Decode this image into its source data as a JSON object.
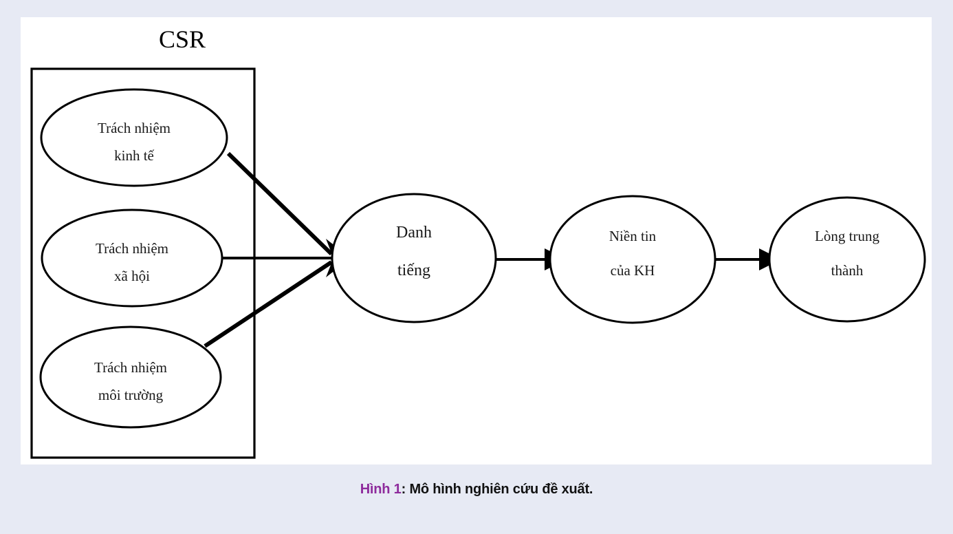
{
  "page": {
    "background_color": "#e7eaf4",
    "canvas_color": "#ffffff"
  },
  "diagram": {
    "type": "conceptual-model",
    "group": {
      "title": "CSR",
      "box_label": "csr-group-box"
    },
    "nodes": [
      {
        "id": "trach-nhiem-kinh-te",
        "line1": "Trách nhiệm",
        "line2": "kinh tế"
      },
      {
        "id": "trach-nhiem-xa-hoi",
        "line1": "Trách nhiệm",
        "line2": "xã hội"
      },
      {
        "id": "trach-nhiem-moi-truong",
        "line1": "Trách nhiệm",
        "line2": "môi trường"
      },
      {
        "id": "danh-tieng",
        "line1": "Danh",
        "line2": "tiếng"
      },
      {
        "id": "niem-tin-cua-kh",
        "line1": "Niền tin",
        "line2": "của  KH"
      },
      {
        "id": "long-trung-thanh",
        "line1": "Lòng trung",
        "line2": "thành"
      }
    ],
    "edges": [
      {
        "from": "trach-nhiem-kinh-te",
        "to": "danh-tieng"
      },
      {
        "from": "trach-nhiem-xa-hoi",
        "to": "danh-tieng"
      },
      {
        "from": "trach-nhiem-moi-truong",
        "to": "danh-tieng"
      },
      {
        "from": "danh-tieng",
        "to": "niem-tin-cua-kh"
      },
      {
        "from": "niem-tin-cua-kh",
        "to": "long-trung-thanh"
      }
    ]
  },
  "caption": {
    "label": "Hình 1",
    "separator": ": ",
    "text": "Mô hình nghiên cứu đề xuất.",
    "label_color": "#8e2b9c"
  }
}
